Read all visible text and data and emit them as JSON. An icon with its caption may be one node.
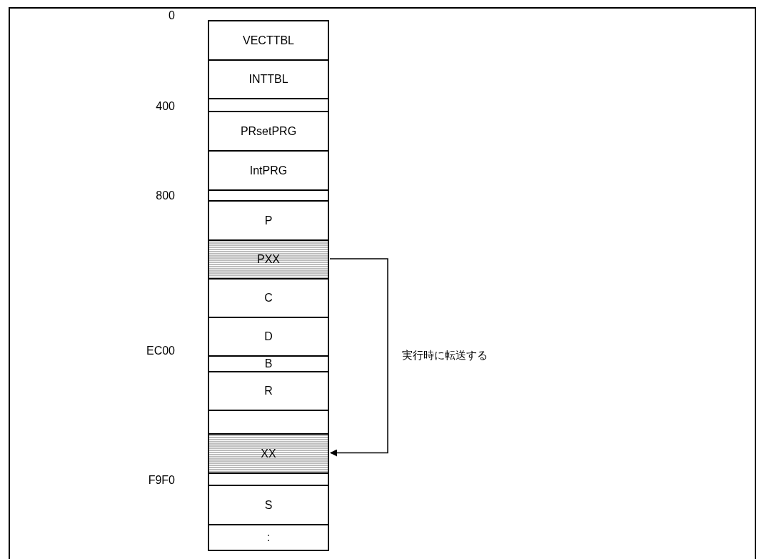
{
  "diagram": {
    "nodes": [
      {
        "text": [
          "VECTTBL"
        ]
      },
      {
        "text": [
          "INTTBL"
        ]
      },
      {
        "text": [],
        "shape": "box"
      },
      {
        "text": [
          "PRsetPRG"
        ]
      },
      {
        "text": [
          "IntPRG"
        ]
      },
      {
        "text": [],
        "shape": "box"
      },
      {
        "text": [
          "P"
        ]
      },
      {
        "text": [
          "PXX"
        ]
      },
      {
        "text": [
          "C"
        ]
      },
      {
        "text": [
          "D"
        ]
      },
      {
        "text": [
          "B"
        ]
      },
      {
        "text": [
          "R"
        ]
      },
      {
        "text": [],
        "shape": "box"
      },
      {
        "text": [
          "XX"
        ]
      },
      {
        "text": [],
        "shape": "box"
      },
      {
        "text": [
          "S"
        ]
      },
      {
        "text": [
          ":"
        ]
      }
    ],
    "edges": [
      {
        "from": 7,
        "to": 13,
        "arrow": "to",
        "label": "実行時に転送する"
      }
    ],
    "labels": [
      "0",
      "400",
      "800",
      "EC00",
      "F9F0"
    ]
  }
}
